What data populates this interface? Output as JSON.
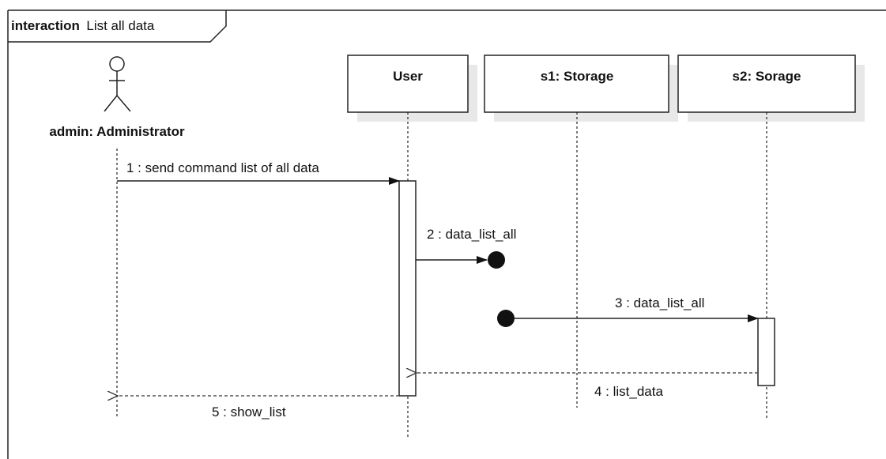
{
  "frame": {
    "keyword": "interaction",
    "title": "List all data"
  },
  "actor": {
    "label": "admin: Administrator",
    "icon": "stick-figure-icon"
  },
  "lifelines": [
    {
      "id": "user",
      "label": "User"
    },
    {
      "id": "s1",
      "label": "s1: Storage"
    },
    {
      "id": "s2",
      "label": "s2: Sorage"
    }
  ],
  "messages": [
    {
      "number": "1",
      "label": "1 : send command list of all data",
      "from": "admin",
      "to": "User",
      "kind": "synchronous"
    },
    {
      "number": "2",
      "label": "2 : data_list_all",
      "from": "User",
      "to": "lost",
      "kind": "lost"
    },
    {
      "number": "3",
      "label": "3 : data_list_all",
      "from": "found",
      "to": "s2: Sorage",
      "kind": "found"
    },
    {
      "number": "4",
      "label": "4 : list_data",
      "from": "s2: Sorage",
      "to": "User",
      "kind": "reply"
    },
    {
      "number": "5",
      "label": "5 : show_list",
      "from": "User",
      "to": "admin",
      "kind": "reply"
    }
  ],
  "colors": {
    "line": "#222222",
    "shadow": "#e8e8e8",
    "reply": "#555555"
  }
}
